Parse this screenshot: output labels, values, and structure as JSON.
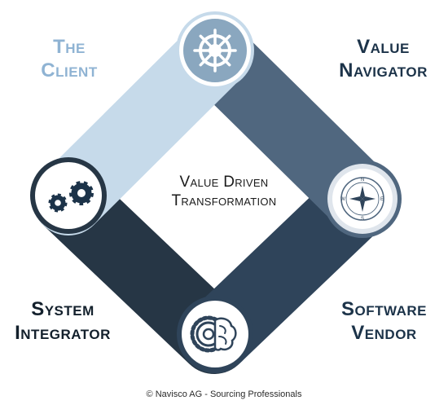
{
  "diagram": {
    "center": {
      "line1": "Value Driven",
      "line2": "Transformation"
    },
    "corners": {
      "client": {
        "line1": "The",
        "line2": "Client",
        "icon": "ship-wheel-icon",
        "color": "#c6daea"
      },
      "navigator": {
        "line1": "Value",
        "line2": "Navigator",
        "icon": "compass-icon",
        "color": "#50677f"
      },
      "software_vendor": {
        "line1": "Software",
        "line2": "Vendor",
        "icon": "brain-gear-icon",
        "color": "#2f445a"
      },
      "system_integrator": {
        "line1": "System",
        "line2": "Integrator",
        "icon": "gears-icon",
        "color": "#263645"
      }
    },
    "compass_letters": {
      "n": "N",
      "e": "E",
      "s": "S",
      "w": "W"
    }
  },
  "footer": {
    "copyright": "© Navisco AG - Sourcing Professionals"
  }
}
